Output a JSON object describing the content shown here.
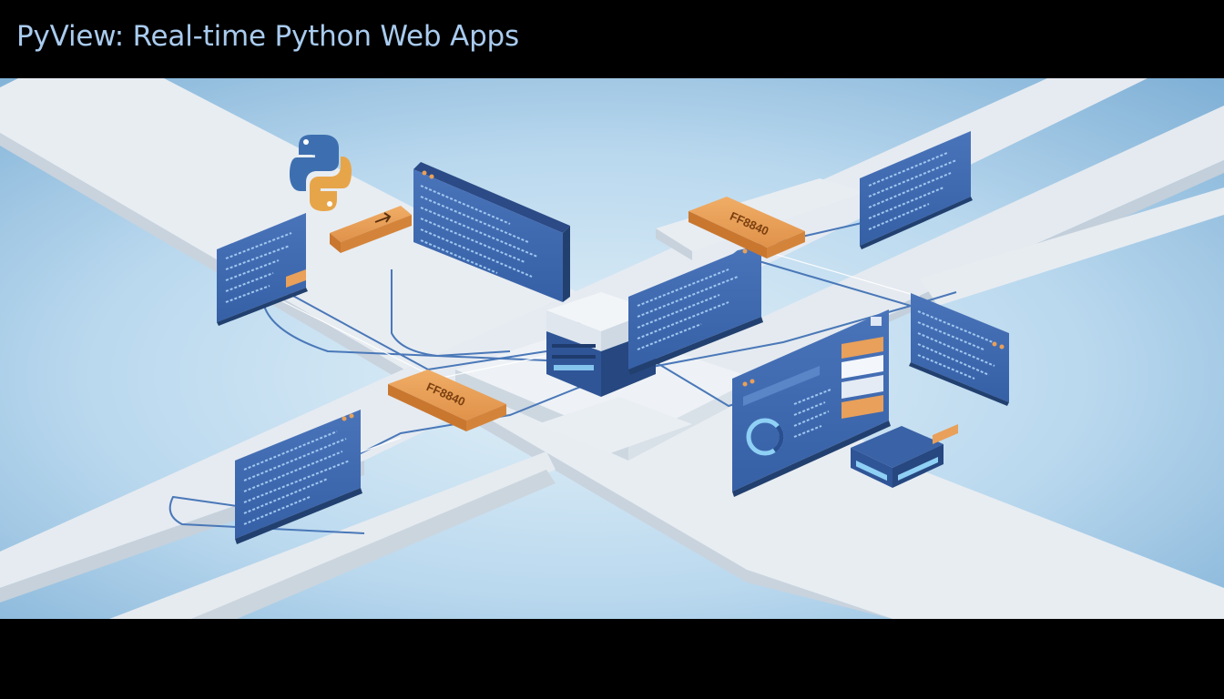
{
  "title": "PyView: Real-time Python Web Apps",
  "colors": {
    "title_text": "#a9cbee",
    "sky_light": "#d2e8f5",
    "sky_dark": "#7fb0d6",
    "track": "#e9eef3",
    "panel_blue": "#3e67ad",
    "panel_dark": "#2b4a86",
    "accent_orange": "#e8a05a",
    "python_blue": "#3d6fb0",
    "python_yellow": "#e7a54a"
  },
  "illustration": {
    "badges": [
      {
        "label": "FF8840"
      },
      {
        "label": "FF8840"
      }
    ]
  }
}
